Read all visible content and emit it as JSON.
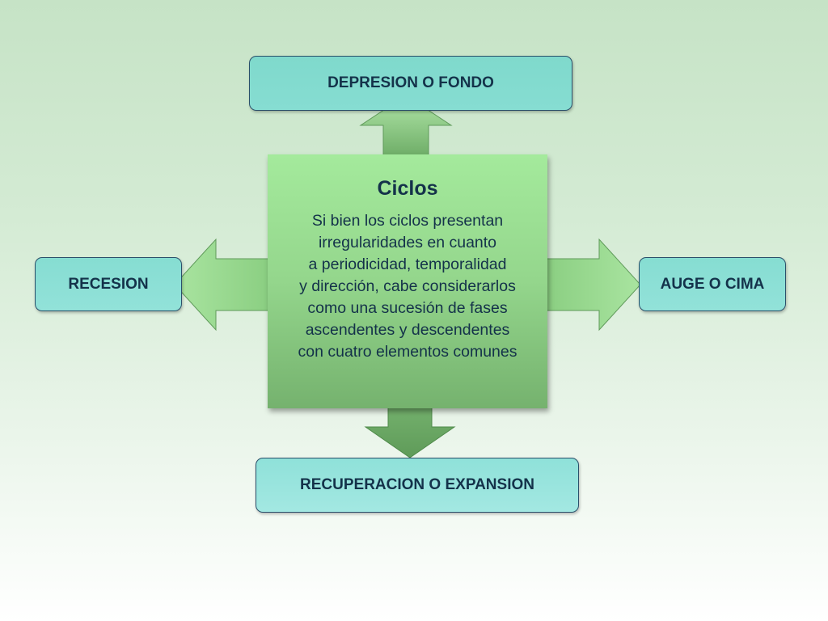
{
  "center": {
    "title": "Ciclos",
    "body": "Si bien los ciclos presentan\nirregularidades en cuanto\na periodicidad, temporalidad\ny dirección, cabe considerarlos\ncomo una sucesión de fases\nascendentes y descendentes\ncon cuatro elementos comunes"
  },
  "phases": {
    "top": "DEPRESION O FONDO",
    "right": "AUGE O CIMA",
    "bottom": "RECUPERACION O EXPANSION",
    "left": "RECESION"
  },
  "colors": {
    "phase_box": "#86ddd2",
    "center_box": "#94d68c",
    "arrow": "#8fcf86",
    "text": "#14324a"
  }
}
